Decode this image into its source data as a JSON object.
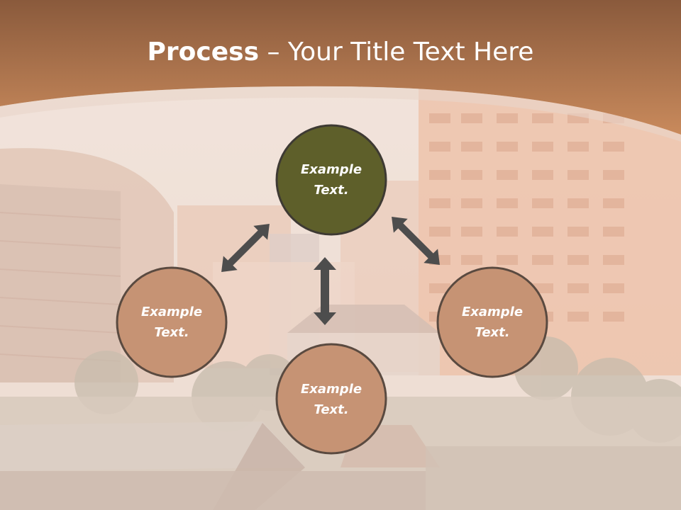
{
  "title": {
    "bold": "Process",
    "rest": " – Your Title Text Here"
  },
  "nodes": [
    {
      "id": "top",
      "line1": "Example",
      "line2": "Text.",
      "fill": "#5e5f2a"
    },
    {
      "id": "left",
      "line1": "Example",
      "line2": "Text.",
      "fill": "#c69374"
    },
    {
      "id": "bottom",
      "line1": "Example",
      "line2": "Text.",
      "fill": "#c69374"
    },
    {
      "id": "right",
      "line1": "Example",
      "line2": "Text.",
      "fill": "#c69374"
    }
  ],
  "colors": {
    "header_top": "#8a5a3c",
    "header_bottom": "#c48458",
    "node_border": "#3e3a33",
    "arrow": "#4d4d4d"
  }
}
